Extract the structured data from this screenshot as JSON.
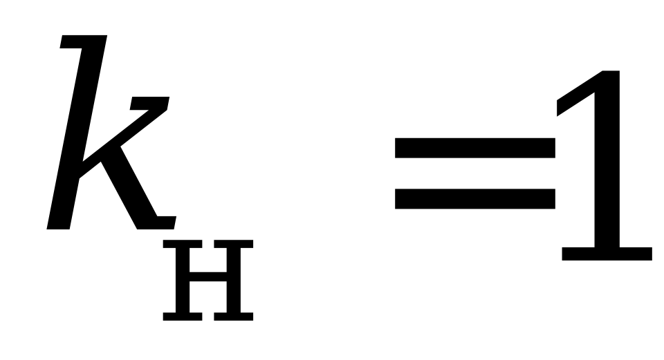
{
  "formula": {
    "variable": "k",
    "subscript": "н",
    "equals": "=",
    "value": "1"
  }
}
